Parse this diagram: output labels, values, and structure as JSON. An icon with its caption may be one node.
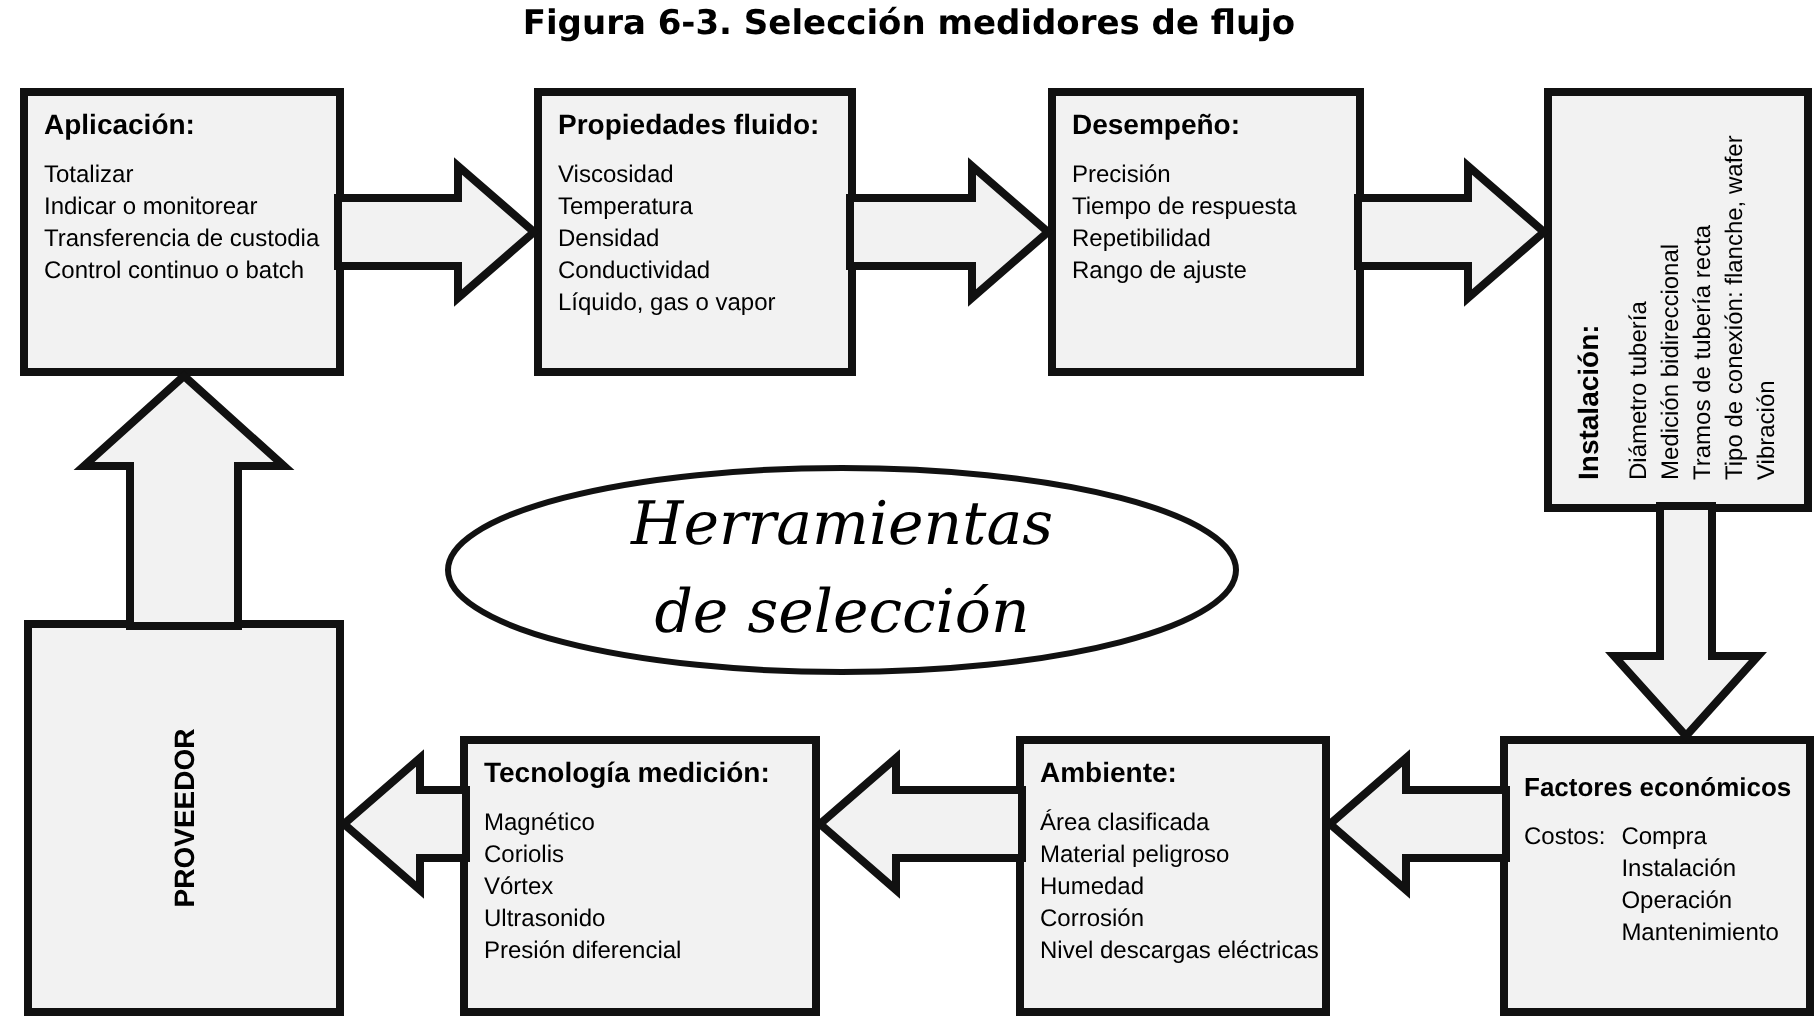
{
  "diagram": {
    "title": "Figura 6-3. Selección medidores de flujo",
    "nodes": [
      {
        "text": [
          "Aplicación:",
          "Totalizar",
          "Indicar  o monitorear",
          "Transferencia de custodia",
          "Control continuo o batch"
        ]
      },
      {
        "text": [
          "Propiedades fluido:",
          "Viscosidad",
          "Temperatura",
          "Densidad",
          "Conductividad",
          "Líquido, gas o vapor"
        ]
      },
      {
        "text": [
          "Desempeño:",
          "Precisión",
          "Tiempo de respuesta",
          "Repetibilidad",
          "Rango de ajuste"
        ]
      },
      {
        "text": [
          "Instalación:",
          "Diámetro tubería",
          "Medición bidireccional",
          "Tramos de tubería recta",
          "Tipo de conexión: flanche, wafer",
          "Vibración"
        ]
      },
      {
        "text": [
          "Factores económicos",
          "Costos:",
          "Compra",
          "Instalación",
          "Operación",
          "Mantenimiento"
        ]
      },
      {
        "text": [
          "Ambiente:",
          "Área clasificada",
          "Material peligroso",
          "Humedad",
          "Corrosión",
          "Nivel descargas eléctricas"
        ]
      },
      {
        "text": [
          "Tecnología medición:",
          "Magnético",
          "Coriolis",
          "Vórtex",
          "Ultrasonido",
          "Presión diferencial"
        ]
      },
      {
        "text": [
          "PROVEEDOR"
        ]
      },
      {
        "text": [
          "Herramientas de selección"
        ]
      }
    ],
    "edges": [
      {
        "from": 0,
        "to": 1,
        "arrow": "to"
      },
      {
        "from": 1,
        "to": 2,
        "arrow": "to"
      },
      {
        "from": 2,
        "to": 3,
        "arrow": "to"
      },
      {
        "from": 3,
        "to": 4,
        "arrow": "to"
      },
      {
        "from": 4,
        "to": 5,
        "arrow": "to"
      },
      {
        "from": 5,
        "to": 6,
        "arrow": "to"
      },
      {
        "from": 6,
        "to": 7,
        "arrow": "to"
      },
      {
        "from": 7,
        "to": 0,
        "arrow": "to"
      }
    ]
  }
}
